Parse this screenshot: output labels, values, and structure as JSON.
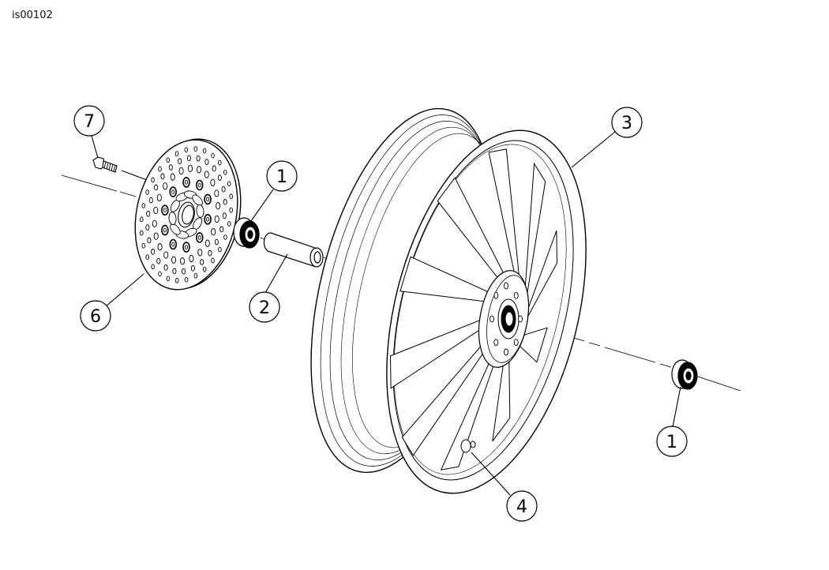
{
  "figure": {
    "id": "is00102"
  },
  "callouts": [
    {
      "label": "7",
      "part": "disc-bolt"
    },
    {
      "label": "1",
      "part": "wheel-bearing-left"
    },
    {
      "label": "2",
      "part": "bearing-spacer"
    },
    {
      "label": "3",
      "part": "wheel"
    },
    {
      "label": "6",
      "part": "brake-disc"
    },
    {
      "label": "1",
      "part": "wheel-bearing-right"
    },
    {
      "label": "4",
      "part": "tyre-valve"
    }
  ],
  "colors": {
    "line": "#000000",
    "background": "#ffffff"
  }
}
